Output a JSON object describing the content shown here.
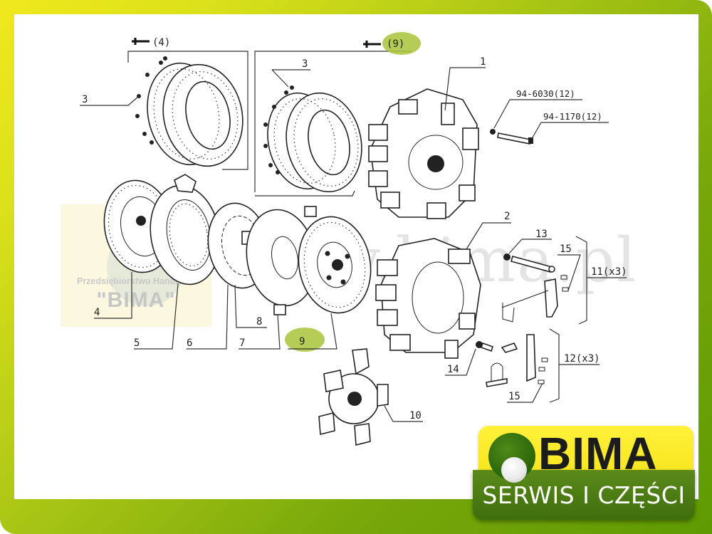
{
  "frame": {
    "gradient_start": "#f0e81c",
    "gradient_end": "#5f9a02",
    "panel_color": "#ffffff"
  },
  "diagram": {
    "title": "Clutch assembly exploded view",
    "group_labels": {
      "left_group_qty": "(4)",
      "right_group_qty": "(9)"
    },
    "callouts": [
      {
        "id": "1",
        "text": "1"
      },
      {
        "id": "2",
        "text": "2"
      },
      {
        "id": "3a",
        "text": "3"
      },
      {
        "id": "3b",
        "text": "3"
      },
      {
        "id": "4",
        "text": "4"
      },
      {
        "id": "5",
        "text": "5"
      },
      {
        "id": "6",
        "text": "6"
      },
      {
        "id": "7",
        "text": "7"
      },
      {
        "id": "8",
        "text": "8"
      },
      {
        "id": "9",
        "text": "9"
      },
      {
        "id": "10",
        "text": "10"
      },
      {
        "id": "11",
        "text": "11(x3)"
      },
      {
        "id": "12",
        "text": "12(x3)"
      },
      {
        "id": "13",
        "text": "13"
      },
      {
        "id": "14",
        "text": "14"
      },
      {
        "id": "15a",
        "text": "15"
      },
      {
        "id": "15b",
        "text": "15"
      },
      {
        "id": "nut",
        "text": "94-6030(12)"
      },
      {
        "id": "bolt",
        "text": "94-1170(12)"
      }
    ],
    "highlighted": [
      "(9)",
      "9"
    ],
    "highlight_color": "#a8c43a"
  },
  "watermark": {
    "url": "www.bima.pl",
    "company_line": "Przedsiębiorstwo Handlowe",
    "company_name": "\"BIMA\""
  },
  "logo": {
    "brand": "BIMA",
    "tagline": "SERWIS I CZĘŚCI",
    "top_color": "#f5e31b",
    "bottom_color": "#4a7a12"
  }
}
